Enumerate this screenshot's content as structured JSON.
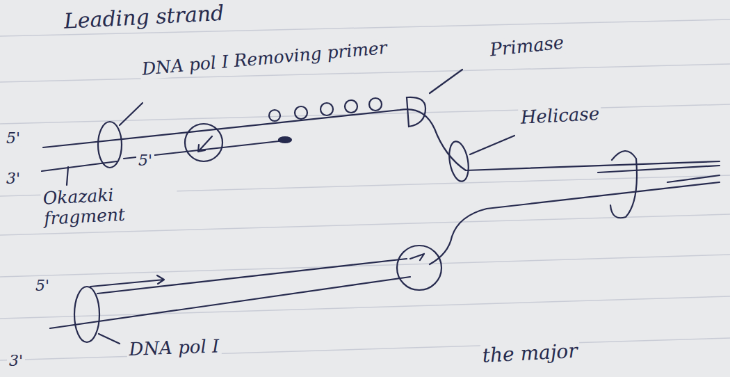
{
  "diagram": {
    "labels": [
      "Leading strand",
      "DNA pol I Removing primer",
      "Primase",
      "Helicase",
      "5'",
      "3'",
      "5'",
      "Okazaki fragment",
      "5'",
      "3'",
      "DNA pol I",
      "the major"
    ]
  }
}
